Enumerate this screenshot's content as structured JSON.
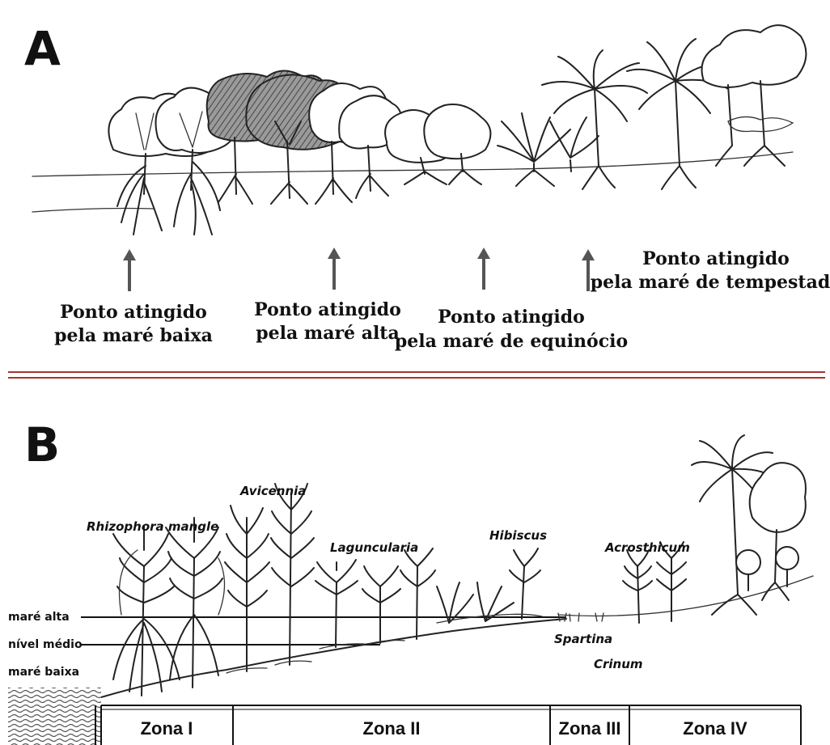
{
  "panel_a": {
    "letter": "A",
    "arrows": [
      {
        "line1": "Ponto atingido",
        "line2": "pela maré baixa"
      },
      {
        "line1": "Ponto atingido",
        "line2": "pela maré alta"
      },
      {
        "line1": "Ponto atingido",
        "line2": "pela maré de equinócio"
      },
      {
        "line1": "Ponto atingido",
        "line2": "pela maré de tempestade"
      }
    ]
  },
  "panel_b": {
    "letter": "B",
    "species": {
      "rhizophora": "Rhizophora mangle",
      "avicennia": "Avicennia",
      "laguncularia": "Laguncularia",
      "hibiscus": "Hibiscus",
      "acrosthicum": "Acrosthicum",
      "spartina": "Spartina",
      "crinum": "Crinum"
    },
    "levels": {
      "high": "maré alta",
      "mid": "nível médio",
      "low": "maré baixa"
    },
    "zones": [
      "Zona I",
      "Zona II",
      "Zona III",
      "Zona IV"
    ]
  }
}
